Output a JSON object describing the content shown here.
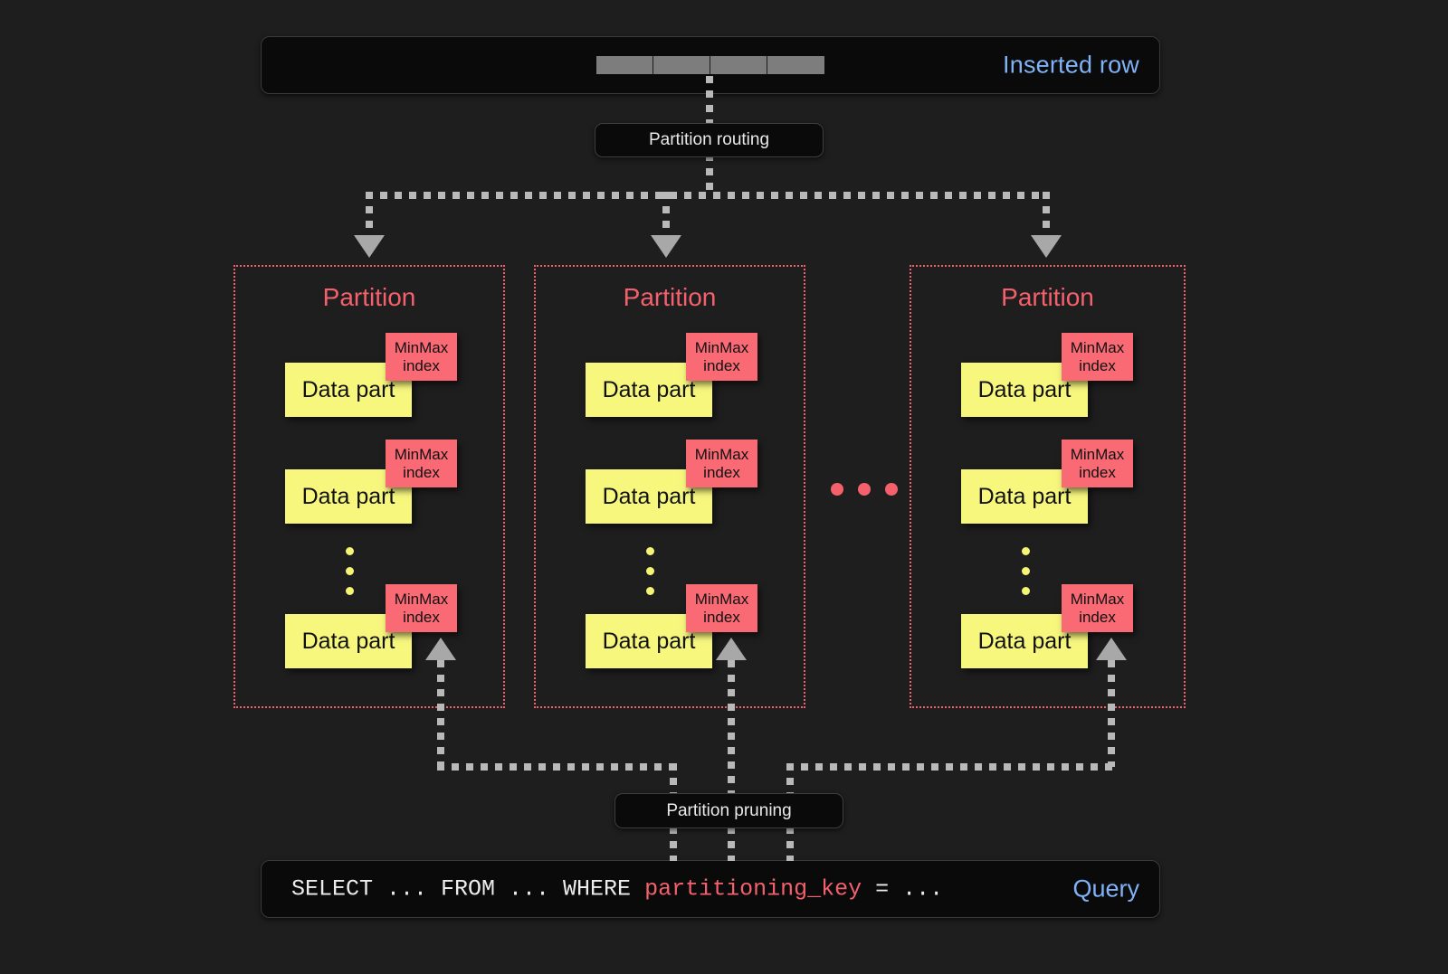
{
  "diagram": {
    "title": "ClickHouse partitioning: insert routing and partition pruning",
    "background_color": "#1e1e1e"
  },
  "inserted_row": {
    "label": "Inserted row",
    "label_color": "#7fb2f6",
    "cell_count": 4,
    "cell_color": "#7d7d7d"
  },
  "routing": {
    "label": "Partition routing"
  },
  "pruning": {
    "label": "Partition pruning"
  },
  "partitions": [
    {
      "title": "Partition",
      "parts": [
        {
          "data_part_label": "Data part",
          "index_line1": "MinMax",
          "index_line2": "index"
        },
        {
          "data_part_label": "Data part",
          "index_line1": "MinMax",
          "index_line2": "index"
        },
        {
          "data_part_label": "Data part",
          "index_line1": "MinMax",
          "index_line2": "index"
        }
      ],
      "vertical_ellipsis_dots": 3
    },
    {
      "title": "Partition",
      "parts": [
        {
          "data_part_label": "Data part",
          "index_line1": "MinMax",
          "index_line2": "index"
        },
        {
          "data_part_label": "Data part",
          "index_line1": "MinMax",
          "index_line2": "index"
        },
        {
          "data_part_label": "Data part",
          "index_line1": "MinMax",
          "index_line2": "index"
        }
      ],
      "vertical_ellipsis_dots": 3
    },
    {
      "title": "Partition",
      "parts": [
        {
          "data_part_label": "Data part",
          "index_line1": "MinMax",
          "index_line2": "index"
        },
        {
          "data_part_label": "Data part",
          "index_line1": "MinMax",
          "index_line2": "index"
        },
        {
          "data_part_label": "Data part",
          "index_line1": "MinMax",
          "index_line2": "index"
        }
      ],
      "vertical_ellipsis_dots": 3
    }
  ],
  "partition_ellipsis_dots": 3,
  "query": {
    "prefix": "SELECT ... FROM ... WHERE ",
    "key": "partitioning_key",
    "suffix": " = ...",
    "label": "Query",
    "label_color": "#7fb2f6",
    "key_color": "#f4616d"
  },
  "colors": {
    "partition_border": "#f0616e",
    "partition_title": "#f4616d",
    "data_part_fill": "#f7f77e",
    "minmax_fill": "#fa6a75",
    "connector": "#b9b9b9",
    "arrow": "#a8a8a8",
    "box_fill": "#0a0a0a"
  }
}
